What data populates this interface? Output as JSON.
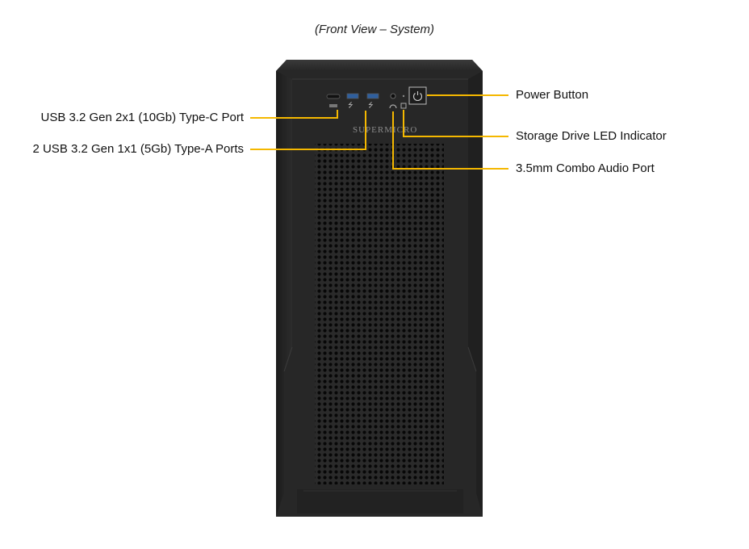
{
  "caption": "(Front View – System)",
  "brand": "SUPERMICRO",
  "colors": {
    "leader": "#f5b800",
    "chassis": "#2b2b2b",
    "chassis_dark": "#1a1a1a"
  },
  "callouts": {
    "usb_c": "USB 3.2 Gen 2x1 (10Gb) Type-C Port",
    "usb_a": "2 USB 3.2 Gen 1x1 (5Gb) Type-A Ports",
    "power": "Power Button",
    "led": "Storage Drive LED Indicator",
    "audio": "3.5mm Combo Audio Port"
  },
  "icons": {
    "usb_c": "usb-c-port-icon",
    "usb_a": "usb-symbol-icon",
    "audio": "headset-icon",
    "power": "power-icon",
    "led": "drive-led-icon"
  }
}
